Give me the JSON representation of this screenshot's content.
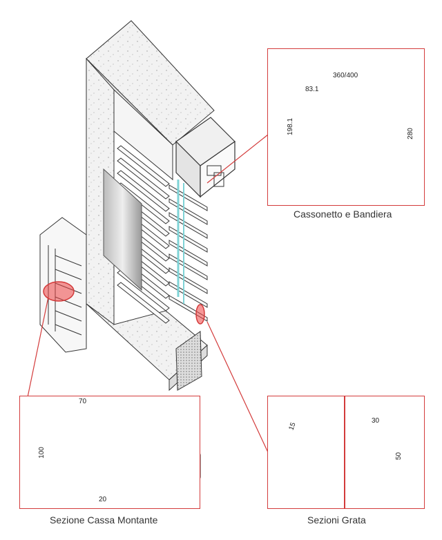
{
  "details": {
    "cassonetto": {
      "caption": "Cassonetto e Bandiera",
      "dim_width": "360/400",
      "dim_offset": "83.1",
      "dim_left_height": "198.1",
      "dim_right_height": "280"
    },
    "cassa": {
      "caption": "Sezione Cassa Montante",
      "dim_width": "70",
      "dim_height": "100",
      "dim_bottom": "20"
    },
    "grata": {
      "caption": "Sezioni Grata",
      "dim_round": "15",
      "dim_oval_width": "30",
      "dim_oval_height": "50"
    }
  },
  "colors": {
    "accent": "#d33a3a",
    "glass": "#7fd3d6",
    "line": "#333333"
  }
}
